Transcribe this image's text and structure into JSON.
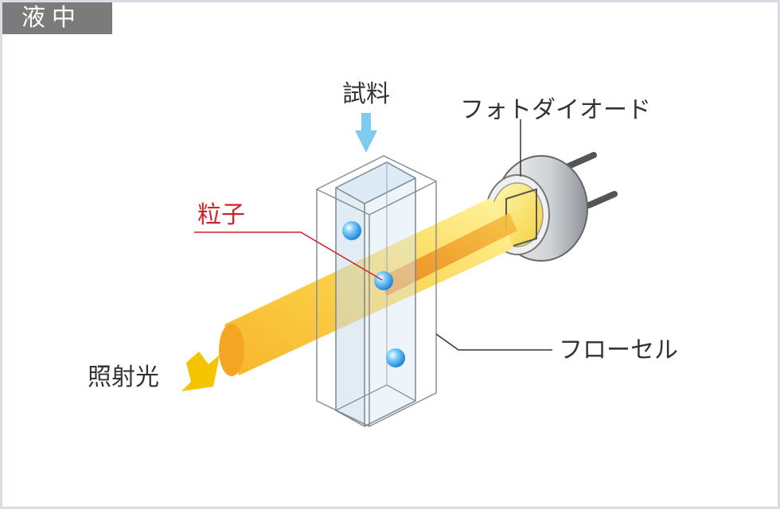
{
  "header": {
    "tab_label": "液中"
  },
  "labels": {
    "sample": "試料",
    "photodiode": "フォトダイオード",
    "particle": "粒子",
    "flow_cell": "フローセル",
    "irradiation_light": "照射光"
  },
  "colors": {
    "beam_light": "#fff07a",
    "beam_core": "#f2a02a",
    "particle_blue": "#2f9fe0",
    "leader_red": "#d0202a",
    "arrow_sample": "#7ecbf0",
    "arrow_light": "#f5c400"
  },
  "icons": {
    "sample_arrow": "arrow-down-icon",
    "light_arrow": "arrow-right-icon"
  }
}
